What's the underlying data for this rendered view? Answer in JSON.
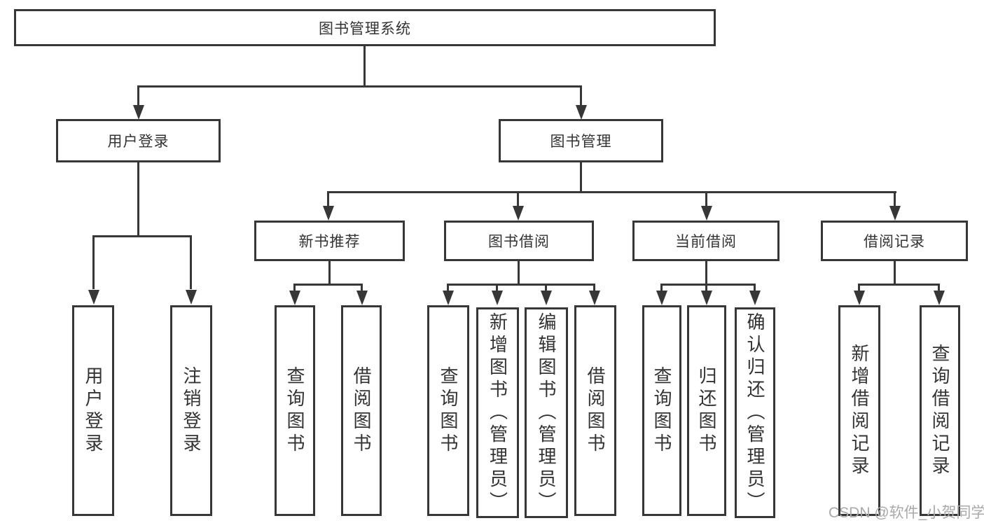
{
  "diagram": {
    "root": {
      "label": "图书管理系统"
    },
    "level2": [
      {
        "label": "用户登录"
      },
      {
        "label": "图书管理"
      }
    ],
    "level3": [
      {
        "label": "新书推荐"
      },
      {
        "label": "图书借阅"
      },
      {
        "label": "当前借阅"
      },
      {
        "label": "借阅记录"
      }
    ],
    "leaves": [
      {
        "label": "用户登录"
      },
      {
        "label": "注销登录"
      },
      {
        "label": "查询图书"
      },
      {
        "label": "借阅图书"
      },
      {
        "label": "查询图书"
      },
      {
        "label": "新增图书（管理员）"
      },
      {
        "label": "编辑图书（管理员）"
      },
      {
        "label": "借阅图书"
      },
      {
        "label": "查询图书"
      },
      {
        "label": "归还图书"
      },
      {
        "label": "确认归还（管理员）"
      },
      {
        "label": "新增借阅记录"
      },
      {
        "label": "查询借阅记录"
      }
    ],
    "watermark": "CSDN @软件_小贺同学",
    "colors": {
      "line": "#373737",
      "text": "#333333",
      "watermark": "#a9a9a9",
      "background": "#ffffff"
    }
  }
}
